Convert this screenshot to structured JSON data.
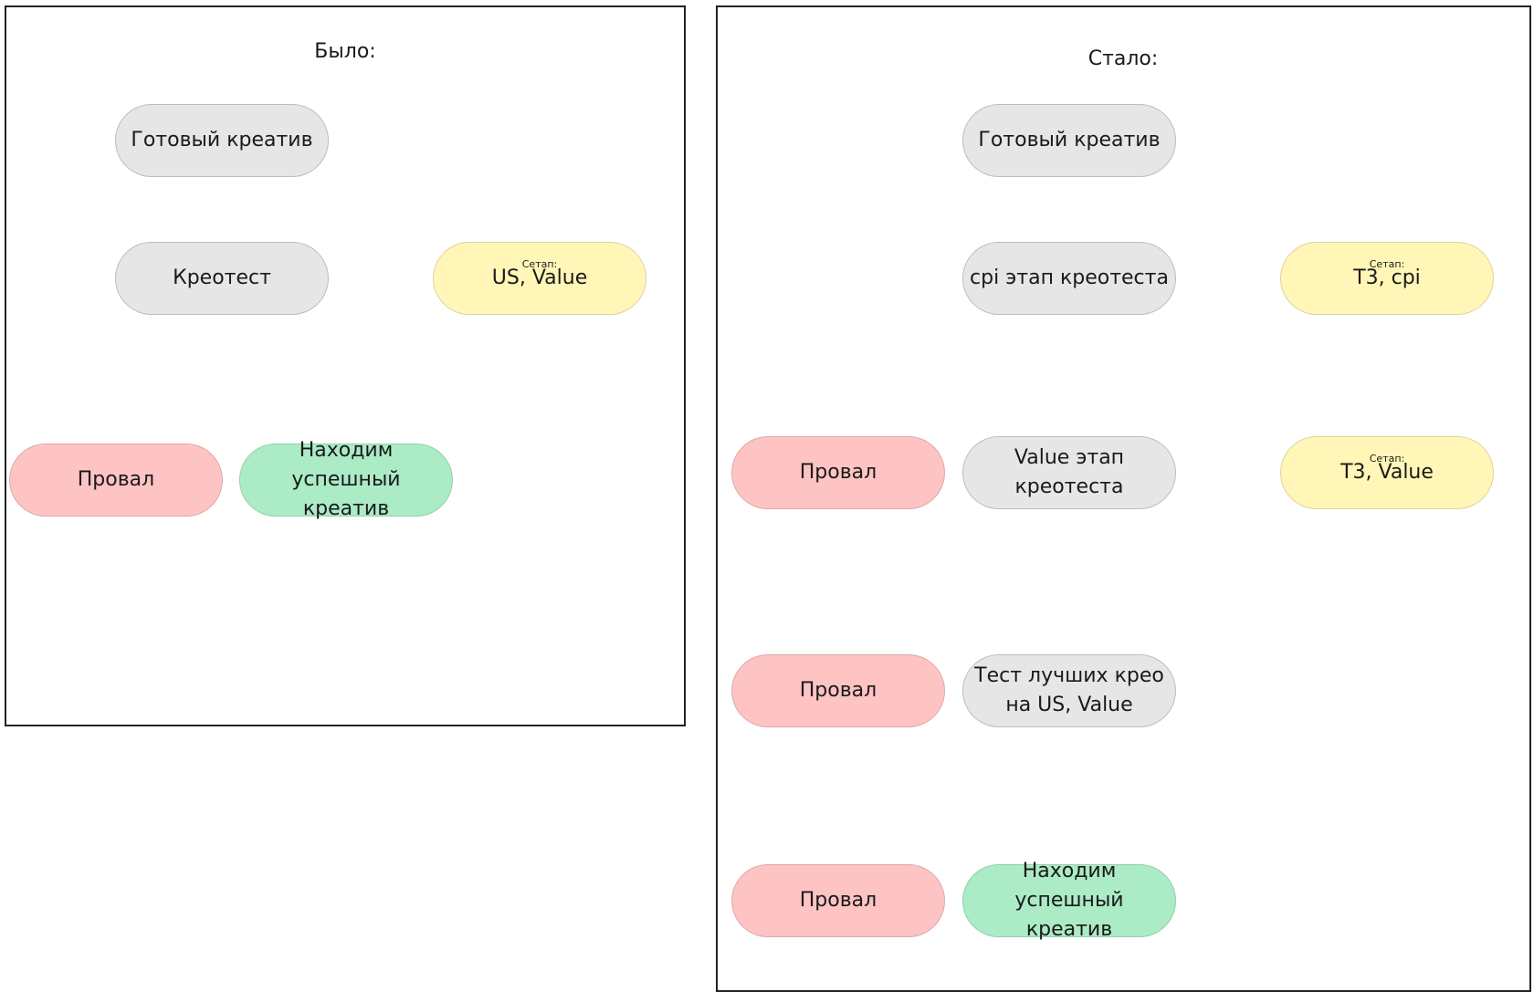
{
  "before": {
    "title": "Было:",
    "nodes": {
      "ready": "Готовый креатив",
      "test": "Креотест",
      "setup_label": "Сетап:",
      "setup_value": "US, Value",
      "fail": "Провал",
      "success": "Находим успешный\nкреатив"
    }
  },
  "after": {
    "title": "Стало:",
    "nodes": {
      "ready": "Готовый креатив",
      "cpi_stage": "cpi этап креотеста",
      "setup1_label": "Сетап:",
      "setup1_value": "T3, cpi",
      "fail1": "Провал",
      "value_stage": "Value этап\nкреотеста",
      "setup2_label": "Сетап:",
      "setup2_value": "T3, Value",
      "fail2": "Провал",
      "best_test": "Тест лучших крео\nна US, Value",
      "fail3": "Провал",
      "success": "Находим успешный\nкреатив"
    }
  },
  "colors": {
    "neutral": "#e6e6e6",
    "fail": "#fec3c3",
    "success": "#abebc6",
    "setup": "#fff6b7"
  }
}
